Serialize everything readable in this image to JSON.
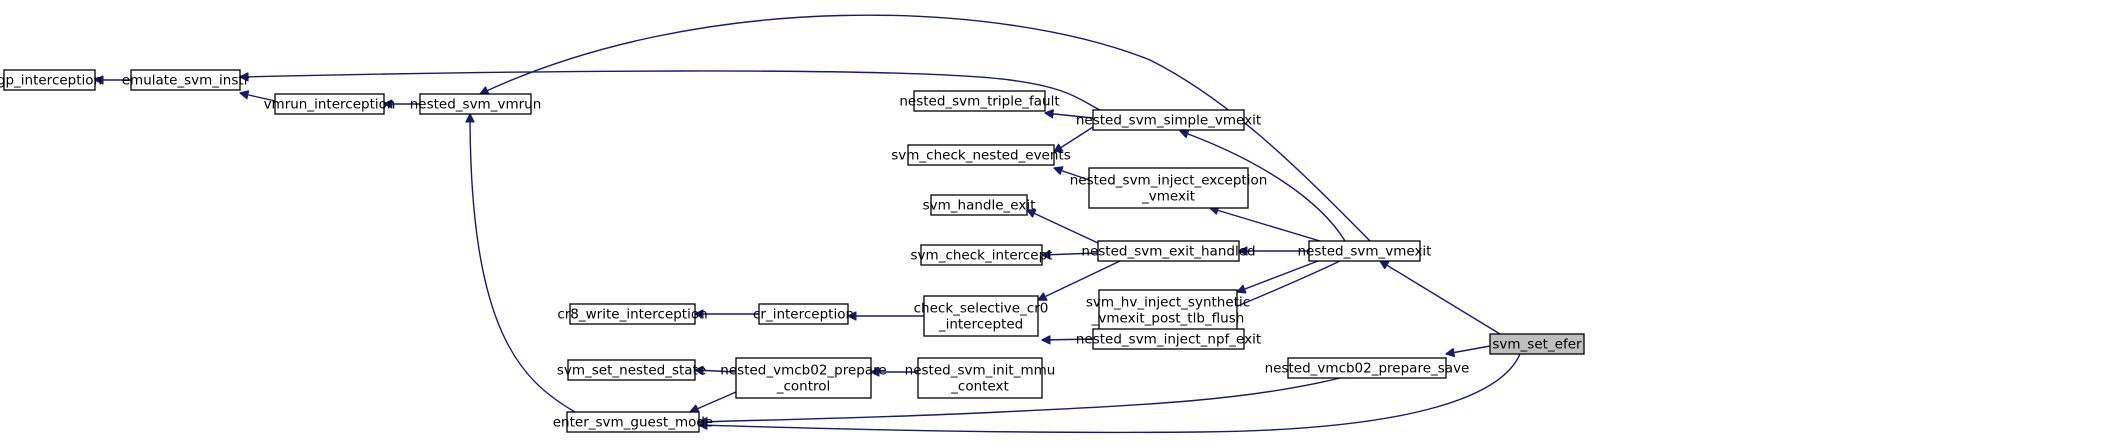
{
  "graph": {
    "direction": "right-to-left",
    "nodes": [
      {
        "id": "gp_interception",
        "lines": [
          "gp_interception"
        ]
      },
      {
        "id": "emulate_svm_instr",
        "lines": [
          "emulate_svm_instr"
        ]
      },
      {
        "id": "vmrun_interception",
        "lines": [
          "vmrun_interception"
        ]
      },
      {
        "id": "nested_svm_vmrun",
        "lines": [
          "nested_svm_vmrun"
        ]
      },
      {
        "id": "nested_svm_triple_fault",
        "lines": [
          "nested_svm_triple_fault"
        ]
      },
      {
        "id": "nested_svm_simple_vmexit",
        "lines": [
          "nested_svm_simple_vmexit"
        ]
      },
      {
        "id": "svm_check_nested_events",
        "lines": [
          "svm_check_nested_events"
        ]
      },
      {
        "id": "nested_svm_inject_exception_vmexit",
        "lines": [
          "nested_svm_inject_exception",
          "_vmexit"
        ]
      },
      {
        "id": "svm_handle_exit",
        "lines": [
          "svm_handle_exit"
        ]
      },
      {
        "id": "svm_check_intercept",
        "lines": [
          "svm_check_intercept"
        ]
      },
      {
        "id": "nested_svm_exit_handled",
        "lines": [
          "nested_svm_exit_handled"
        ]
      },
      {
        "id": "nested_svm_vmexit",
        "lines": [
          "nested_svm_vmexit"
        ]
      },
      {
        "id": "cr8_write_interception",
        "lines": [
          "cr8_write_interception"
        ]
      },
      {
        "id": "cr_interception",
        "lines": [
          "cr_interception"
        ]
      },
      {
        "id": "check_selective_cr0_intercepted",
        "lines": [
          "check_selective_cr0",
          "_intercepted"
        ]
      },
      {
        "id": "svm_hv_inject_synthetic_vmexit_post_tlb_flush",
        "lines": [
          "svm_hv_inject_synthetic",
          "_vmexit_post_tlb_flush"
        ]
      },
      {
        "id": "svm_set_efer",
        "lines": [
          "svm_set_efer"
        ],
        "highlighted": true
      },
      {
        "id": "nested_vmcb02_prepare_save",
        "lines": [
          "nested_vmcb02_prepare_save"
        ]
      },
      {
        "id": "svm_set_nested_state",
        "lines": [
          "svm_set_nested_state"
        ]
      },
      {
        "id": "nested_vmcb02_prepare_control",
        "lines": [
          "nested_vmcb02_prepare",
          "_control"
        ]
      },
      {
        "id": "nested_svm_init_mmu_context",
        "lines": [
          "nested_svm_init_mmu",
          "_context"
        ]
      },
      {
        "id": "nested_svm_inject_npf_exit",
        "lines": [
          "nested_svm_inject_npf_exit"
        ]
      },
      {
        "id": "enter_svm_guest_mode",
        "lines": [
          "enter_svm_guest_mode"
        ]
      }
    ],
    "edges": [
      {
        "from": "emulate_svm_instr",
        "to": "gp_interception"
      },
      {
        "from": "vmrun_interception",
        "to": "emulate_svm_instr"
      },
      {
        "from": "nested_svm_vmrun",
        "to": "vmrun_interception"
      },
      {
        "from": "nested_svm_simple_vmexit",
        "to": "emulate_svm_instr"
      },
      {
        "from": "nested_svm_simple_vmexit",
        "to": "nested_svm_triple_fault"
      },
      {
        "from": "nested_svm_simple_vmexit",
        "to": "svm_check_nested_events"
      },
      {
        "from": "nested_svm_inject_exception_vmexit",
        "to": "svm_check_nested_events"
      },
      {
        "from": "nested_svm_exit_handled",
        "to": "svm_handle_exit"
      },
      {
        "from": "nested_svm_exit_handled",
        "to": "svm_check_intercept"
      },
      {
        "from": "nested_svm_exit_handled",
        "to": "check_selective_cr0_intercepted"
      },
      {
        "from": "check_selective_cr0_intercepted",
        "to": "cr_interception"
      },
      {
        "from": "cr_interception",
        "to": "cr8_write_interception"
      },
      {
        "from": "nested_svm_vmexit",
        "to": "nested_svm_vmrun"
      },
      {
        "from": "nested_svm_vmexit",
        "to": "nested_svm_simple_vmexit"
      },
      {
        "from": "nested_svm_vmexit",
        "to": "nested_svm_inject_exception_vmexit"
      },
      {
        "from": "nested_svm_vmexit",
        "to": "nested_svm_exit_handled"
      },
      {
        "from": "nested_svm_vmexit",
        "to": "svm_hv_inject_synthetic_vmexit_post_tlb_flush"
      },
      {
        "from": "nested_svm_vmexit",
        "to": "nested_svm_inject_npf_exit"
      },
      {
        "from": "svm_set_efer",
        "to": "nested_svm_vmexit"
      },
      {
        "from": "svm_set_efer",
        "to": "nested_vmcb02_prepare_save"
      },
      {
        "from": "nested_svm_inject_npf_exit",
        "to": "nested_svm_init_mmu_context"
      },
      {
        "from": "nested_svm_init_mmu_context",
        "to": "nested_vmcb02_prepare_control"
      },
      {
        "from": "nested_vmcb02_prepare_control",
        "to": "svm_set_nested_state"
      },
      {
        "from": "nested_vmcb02_prepare_control",
        "to": "enter_svm_guest_mode"
      },
      {
        "from": "nested_vmcb02_prepare_save",
        "to": "enter_svm_guest_mode"
      },
      {
        "from": "enter_svm_guest_mode",
        "to": "nested_svm_vmrun"
      },
      {
        "from": "svm_set_efer",
        "to": "enter_svm_guest_mode"
      }
    ]
  }
}
